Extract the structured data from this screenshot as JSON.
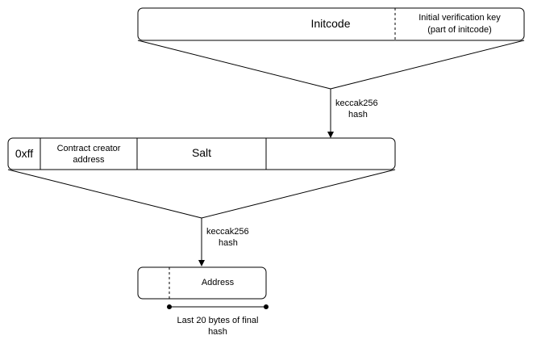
{
  "initcode_box": {
    "main_label": "Initcode",
    "key_label_line1": "Initial verification key",
    "key_label_line2": "(part of initcode)"
  },
  "hash_step_1": {
    "line1": "keccak256",
    "line2": "hash"
  },
  "create2_input_box": {
    "prefix_label": "0xff",
    "creator_line1": "Contract creator",
    "creator_line2": "address",
    "salt_label": "Salt"
  },
  "hash_step_2": {
    "line1": "keccak256",
    "line2": "hash"
  },
  "address_box": {
    "label": "Address"
  },
  "range_note": {
    "line1": "Last 20 bytes of final",
    "line2": "hash"
  },
  "colors": {
    "stroke": "#000000",
    "fill": "#ffffff"
  }
}
